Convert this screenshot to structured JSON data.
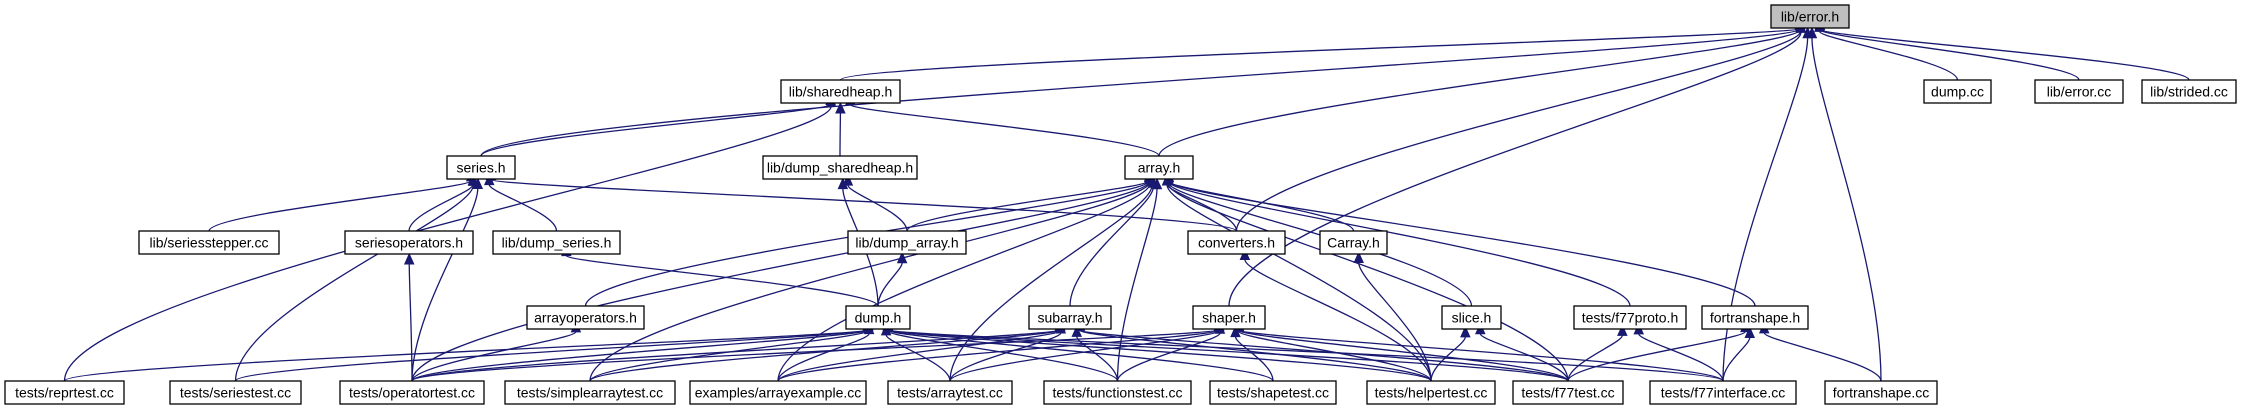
{
  "graph": {
    "root": "error_h",
    "colors": {
      "edge": "#191970",
      "node_border": "#000000",
      "root_fill": "#bfbfbf",
      "node_fill": "#ffffff"
    },
    "nodes": [
      {
        "id": "error_h",
        "label": "lib/error.h"
      },
      {
        "id": "sharedheap_h",
        "label": "lib/sharedheap.h"
      },
      {
        "id": "dump_cc",
        "label": "dump.cc"
      },
      {
        "id": "error_cc",
        "label": "lib/error.cc"
      },
      {
        "id": "strided_cc",
        "label": "lib/strided.cc"
      },
      {
        "id": "series_h",
        "label": "series.h"
      },
      {
        "id": "dump_sharedheap_h",
        "label": "lib/dump_sharedheap.h"
      },
      {
        "id": "array_h",
        "label": "array.h"
      },
      {
        "id": "seriesstepper_cc",
        "label": "lib/seriesstepper.cc"
      },
      {
        "id": "seriesoperators_h",
        "label": "seriesoperators.h"
      },
      {
        "id": "dump_series_h",
        "label": "lib/dump_series.h"
      },
      {
        "id": "dump_array_h",
        "label": "lib/dump_array.h"
      },
      {
        "id": "converters_h",
        "label": "converters.h"
      },
      {
        "id": "carray_h",
        "label": "Carray.h"
      },
      {
        "id": "arrayoperators_h",
        "label": "arrayoperators.h"
      },
      {
        "id": "dump_h",
        "label": "dump.h"
      },
      {
        "id": "subarray_h",
        "label": "subarray.h"
      },
      {
        "id": "shaper_h",
        "label": "shaper.h"
      },
      {
        "id": "slice_h",
        "label": "slice.h"
      },
      {
        "id": "f77proto_h",
        "label": "tests/f77proto.h"
      },
      {
        "id": "fortranshape_h",
        "label": "fortranshape.h"
      },
      {
        "id": "reprtest_cc",
        "label": "tests/reprtest.cc"
      },
      {
        "id": "seriestest_cc",
        "label": "tests/seriestest.cc"
      },
      {
        "id": "operatortest_cc",
        "label": "tests/operatortest.cc"
      },
      {
        "id": "simplearraytest_cc",
        "label": "tests/simplearraytest.cc"
      },
      {
        "id": "arrayexample_cc",
        "label": "examples/arrayexample.cc"
      },
      {
        "id": "arraytest_cc",
        "label": "tests/arraytest.cc"
      },
      {
        "id": "functionstest_cc",
        "label": "tests/functionstest.cc"
      },
      {
        "id": "shapetest_cc",
        "label": "tests/shapetest.cc"
      },
      {
        "id": "helpertest_cc",
        "label": "tests/helpertest.cc"
      },
      {
        "id": "f77test_cc",
        "label": "tests/f77test.cc"
      },
      {
        "id": "f77interface_cc",
        "label": "tests/f77interface.cc"
      },
      {
        "id": "fortranshape_cc",
        "label": "fortranshape.cc"
      }
    ],
    "edges": [
      [
        "sharedheap_h",
        "error_h"
      ],
      [
        "dump_cc",
        "error_h"
      ],
      [
        "error_cc",
        "error_h"
      ],
      [
        "strided_cc",
        "error_h"
      ],
      [
        "series_h",
        "error_h"
      ],
      [
        "array_h",
        "error_h"
      ],
      [
        "converters_h",
        "error_h"
      ],
      [
        "shaper_h",
        "error_h"
      ],
      [
        "f77interface_cc",
        "error_h"
      ],
      [
        "fortranshape_cc",
        "error_h"
      ],
      [
        "series_h",
        "sharedheap_h"
      ],
      [
        "dump_sharedheap_h",
        "sharedheap_h"
      ],
      [
        "array_h",
        "sharedheap_h"
      ],
      [
        "reprtest_cc",
        "sharedheap_h"
      ],
      [
        "seriesstepper_cc",
        "series_h"
      ],
      [
        "seriesoperators_h",
        "series_h"
      ],
      [
        "dump_series_h",
        "series_h"
      ],
      [
        "converters_h",
        "series_h"
      ],
      [
        "seriestest_cc",
        "series_h"
      ],
      [
        "operatortest_cc",
        "series_h"
      ],
      [
        "dump_h",
        "dump_sharedheap_h"
      ],
      [
        "dump_array_h",
        "dump_sharedheap_h"
      ],
      [
        "dump_array_h",
        "array_h"
      ],
      [
        "converters_h",
        "array_h"
      ],
      [
        "carray_h",
        "array_h"
      ],
      [
        "arrayoperators_h",
        "array_h"
      ],
      [
        "subarray_h",
        "array_h"
      ],
      [
        "slice_h",
        "array_h"
      ],
      [
        "f77proto_h",
        "array_h"
      ],
      [
        "fortranshape_h",
        "array_h"
      ],
      [
        "operatortest_cc",
        "array_h"
      ],
      [
        "simplearraytest_cc",
        "array_h"
      ],
      [
        "arrayexample_cc",
        "array_h"
      ],
      [
        "arraytest_cc",
        "array_h"
      ],
      [
        "functionstest_cc",
        "array_h"
      ],
      [
        "helpertest_cc",
        "array_h"
      ],
      [
        "f77test_cc",
        "array_h"
      ],
      [
        "operatortest_cc",
        "seriesoperators_h"
      ],
      [
        "dump_h",
        "dump_series_h"
      ],
      [
        "dump_h",
        "dump_array_h"
      ],
      [
        "helpertest_cc",
        "converters_h"
      ],
      [
        "helpertest_cc",
        "carray_h"
      ],
      [
        "operatortest_cc",
        "arrayoperators_h"
      ],
      [
        "reprtest_cc",
        "dump_h"
      ],
      [
        "seriestest_cc",
        "dump_h"
      ],
      [
        "operatortest_cc",
        "dump_h"
      ],
      [
        "simplearraytest_cc",
        "dump_h"
      ],
      [
        "arrayexample_cc",
        "dump_h"
      ],
      [
        "arraytest_cc",
        "dump_h"
      ],
      [
        "functionstest_cc",
        "dump_h"
      ],
      [
        "shapetest_cc",
        "dump_h"
      ],
      [
        "helpertest_cc",
        "dump_h"
      ],
      [
        "f77test_cc",
        "dump_h"
      ],
      [
        "f77interface_cc",
        "dump_h"
      ],
      [
        "operatortest_cc",
        "subarray_h"
      ],
      [
        "simplearraytest_cc",
        "subarray_h"
      ],
      [
        "arrayexample_cc",
        "subarray_h"
      ],
      [
        "arraytest_cc",
        "subarray_h"
      ],
      [
        "functionstest_cc",
        "subarray_h"
      ],
      [
        "helpertest_cc",
        "subarray_h"
      ],
      [
        "f77test_cc",
        "subarray_h"
      ],
      [
        "operatortest_cc",
        "shaper_h"
      ],
      [
        "arrayexample_cc",
        "shaper_h"
      ],
      [
        "arraytest_cc",
        "shaper_h"
      ],
      [
        "functionstest_cc",
        "shaper_h"
      ],
      [
        "shapetest_cc",
        "shaper_h"
      ],
      [
        "helpertest_cc",
        "shaper_h"
      ],
      [
        "f77test_cc",
        "shaper_h"
      ],
      [
        "f77interface_cc",
        "shaper_h"
      ],
      [
        "helpertest_cc",
        "slice_h"
      ],
      [
        "f77test_cc",
        "slice_h"
      ],
      [
        "f77test_cc",
        "f77proto_h"
      ],
      [
        "f77interface_cc",
        "f77proto_h"
      ],
      [
        "f77test_cc",
        "fortranshape_h"
      ],
      [
        "f77interface_cc",
        "fortranshape_h"
      ],
      [
        "fortranshape_cc",
        "fortranshape_h"
      ]
    ]
  }
}
